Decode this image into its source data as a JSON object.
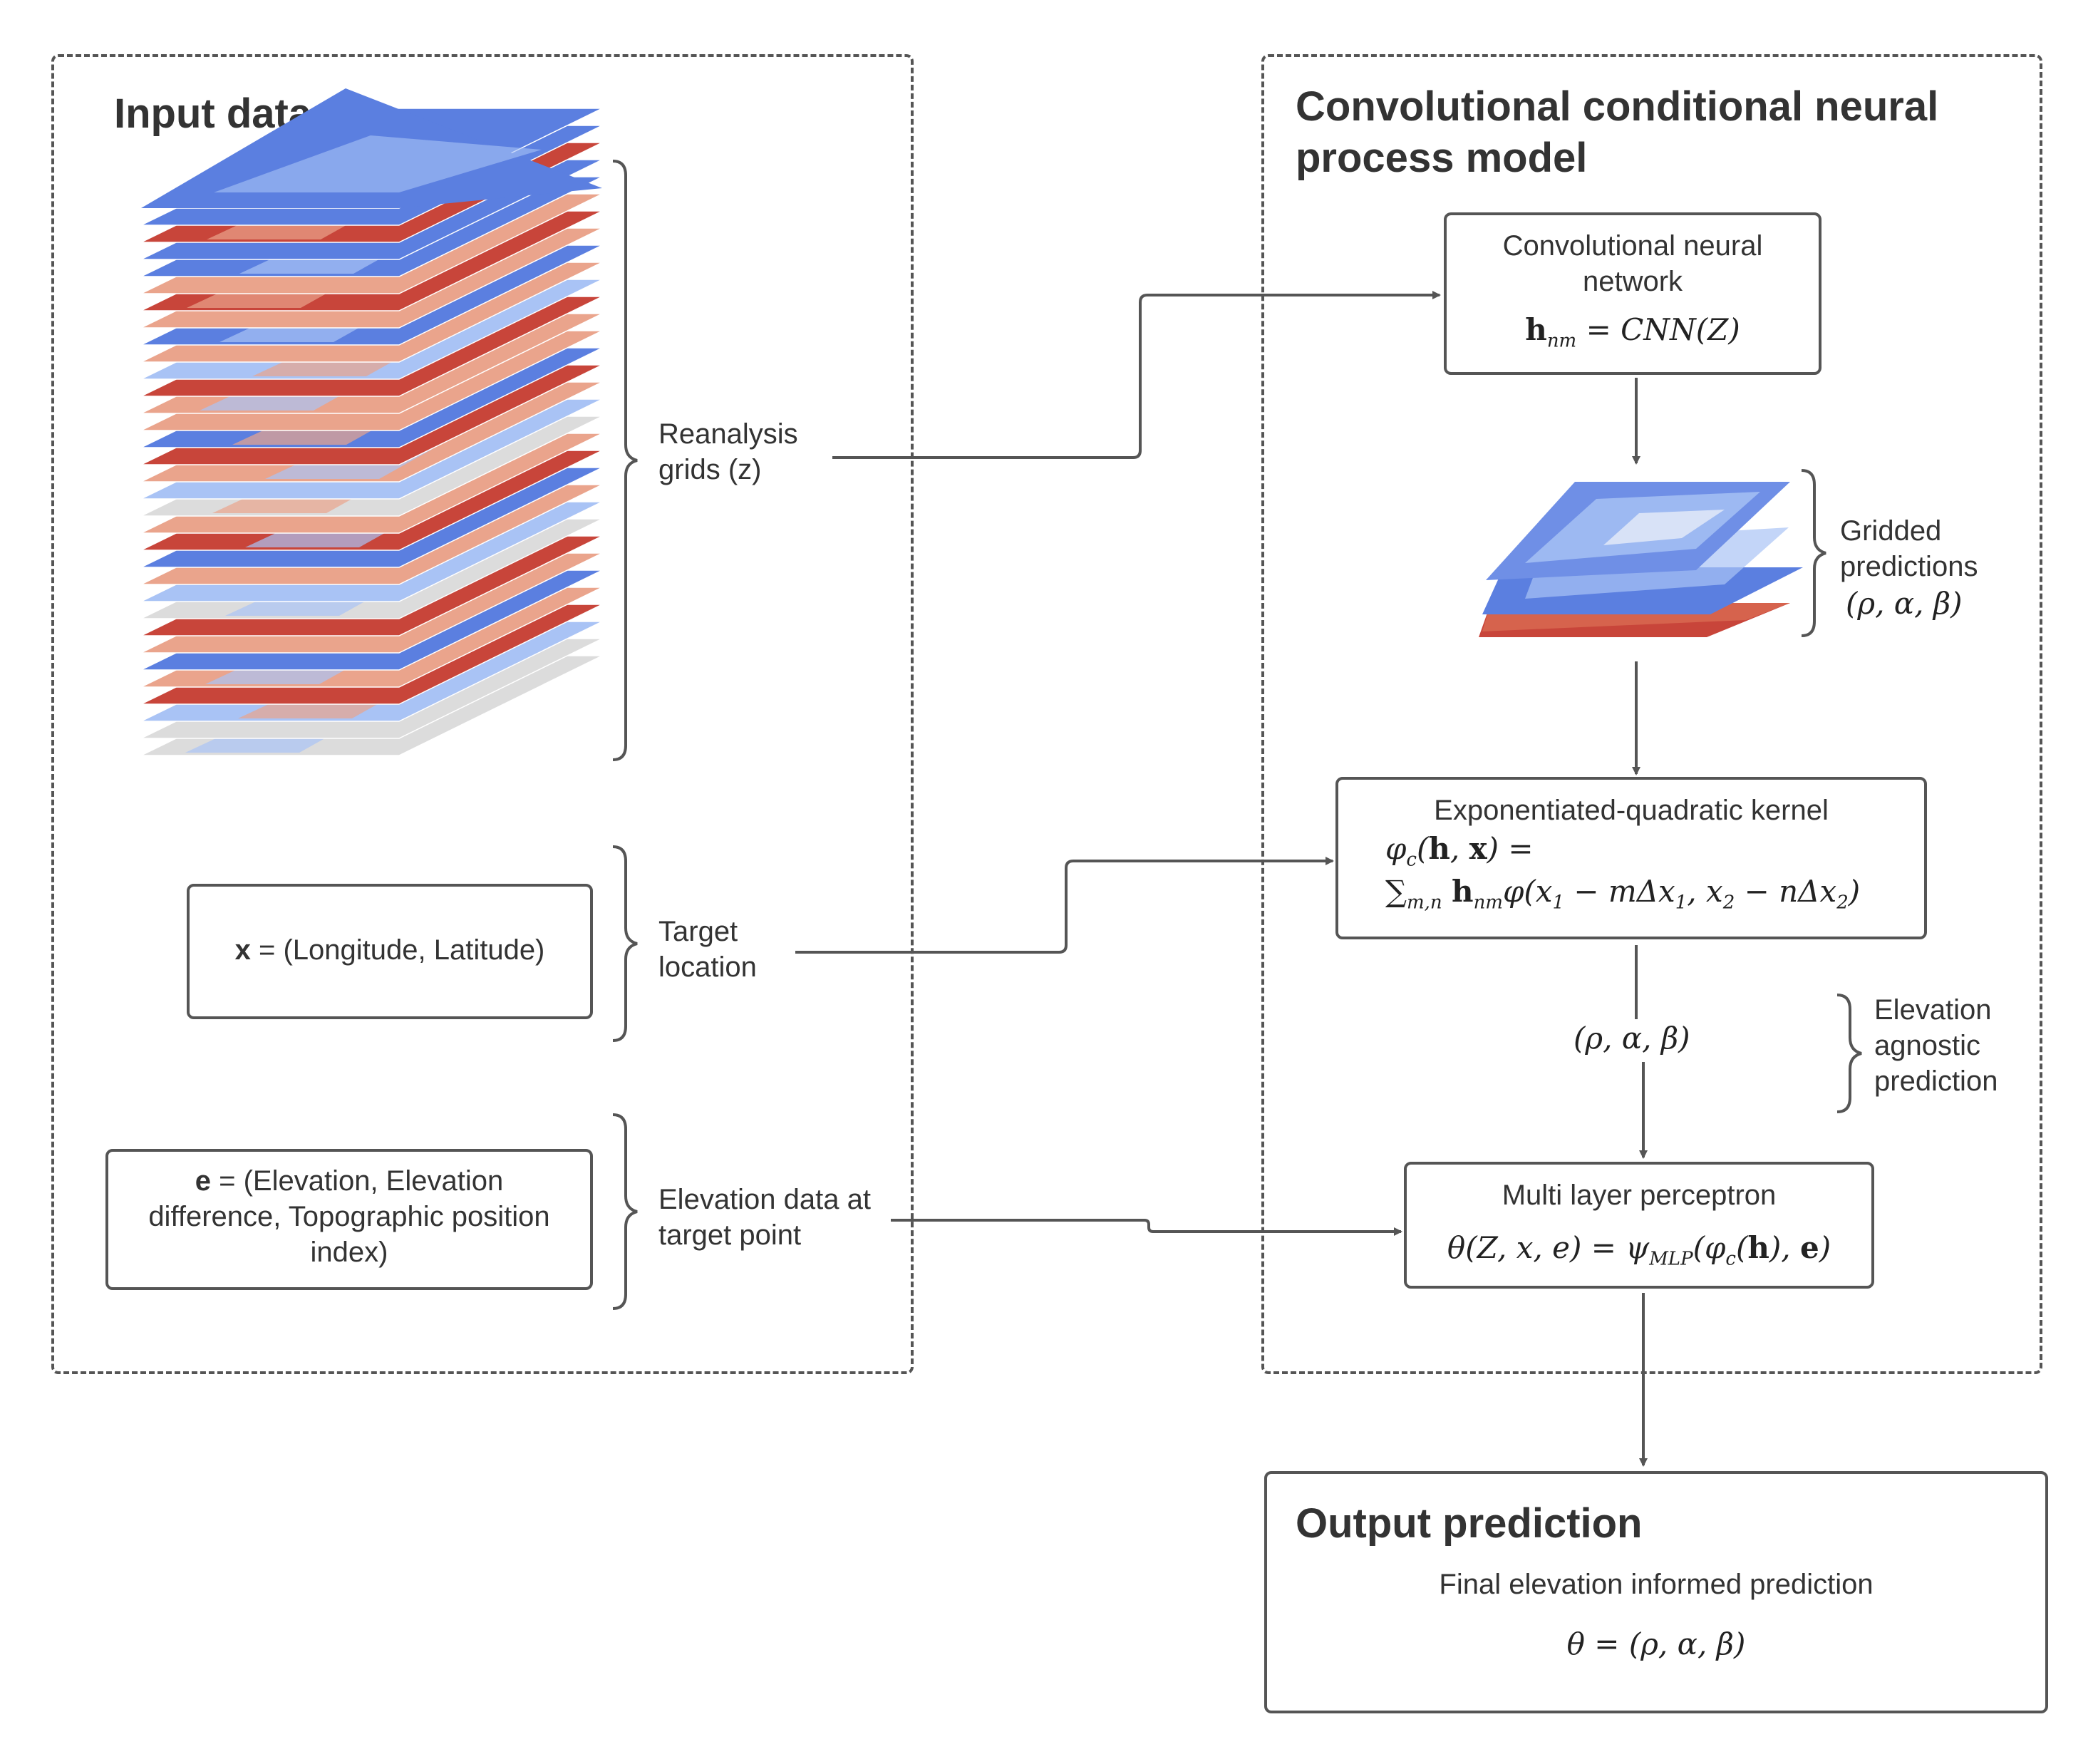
{
  "input_panel": {
    "title": "Input data"
  },
  "model_panel": {
    "title_line1": "Convolutional conditional neural",
    "title_line2": "process model"
  },
  "labels": {
    "reanalysis_line1": "Reanalysis",
    "reanalysis_line2": "grids (z)",
    "target_line1": "Target",
    "target_line2": "location",
    "elev_data_line1": "Elevation data at",
    "elev_data_line2": "target point",
    "gridded_line1": "Gridded",
    "gridded_line2": "predictions",
    "gridded_params": "(ρ, α, β)",
    "agnostic_line1": "Elevation",
    "agnostic_line2": "agnostic",
    "agnostic_line3": "prediction",
    "arrow_params": "(ρ, α, β)"
  },
  "boxes": {
    "x_box": {
      "bold": "x",
      "rest": " = (Longitude, Latitude)"
    },
    "e_box": {
      "bold": "e",
      "line1_rest": " = (Elevation, Elevation",
      "line2": "difference, Topographic position",
      "line3": "index)"
    },
    "cnn": {
      "line1": "Convolutional neural",
      "line2": "network",
      "formula": "h_nm = CNN(Z)"
    },
    "kernel": {
      "title": "Exponentiated-quadratic kernel",
      "formula1": "φ_c(h, x) =",
      "formula2": "∑_{m,n} h_nm φ(x₁ − mΔx₁, x₂ − nΔx₂)"
    },
    "mlp": {
      "title": "Multi layer perceptron",
      "formula": "θ(Z, x, e) = ψ_MLP(φ_c(h), e)"
    },
    "output": {
      "title": "Output prediction",
      "subtitle": "Final elevation informed prediction",
      "formula": "θ = (ρ, α, β)"
    }
  },
  "colors": {
    "line": "#555555",
    "blue": "#5b7fe0",
    "lightblue": "#a9c3f5",
    "red": "#c8453a",
    "lightred": "#eaa48c",
    "grey": "#dcdcdc"
  }
}
